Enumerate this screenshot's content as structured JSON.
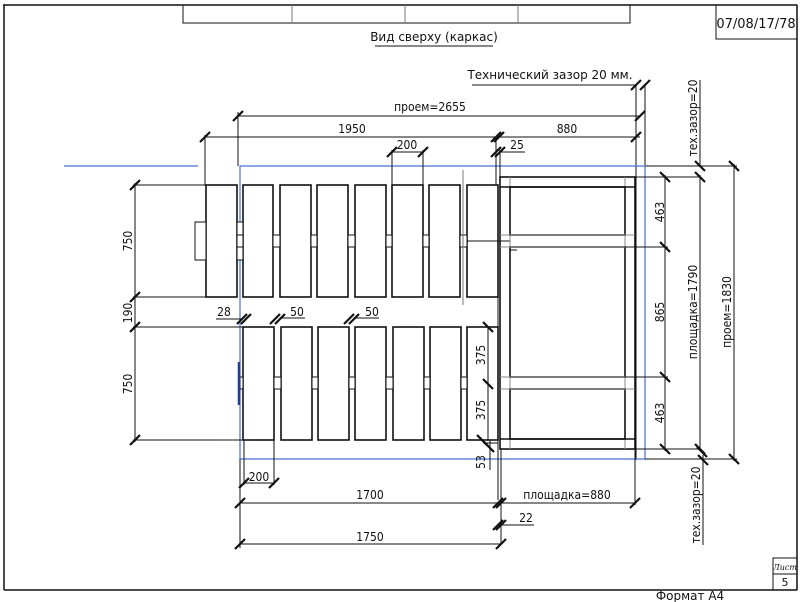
{
  "sheet": {
    "title": "Вид сверху (каркас)",
    "stamp_code": "07/08/17/78",
    "sheet_label": "Лист",
    "sheet_number": "5",
    "format_label": "Формат  А4"
  },
  "notes": {
    "tech_gap": "Технический зазор 20 мм."
  },
  "dimensions": {
    "opening_width": "проем=2655",
    "width_1950": "1950",
    "width_880": "880",
    "slat_200_top": "200",
    "gap_25": "25",
    "left_750_top": "750",
    "left_190": "190",
    "left_750_bottom": "750",
    "gap_28": "28",
    "gap_50_a": "50",
    "gap_50_b": "50",
    "half_375_a": "375",
    "half_375_b": "375",
    "offset_53": "53",
    "slat_200_bottom": "200",
    "width_1700": "1700",
    "platform_880": "площадка=880",
    "gap_22": "22",
    "width_1750": "1750",
    "right_463_top": "463",
    "right_865": "865",
    "right_463_bottom": "463",
    "platform_1790": "площадка=1790",
    "opening_1830": "проем=1830",
    "tech_gap_top": "тех.зазор=20",
    "tech_gap_bottom": "тех.зазор=20"
  },
  "colors": {
    "line": "#111111",
    "thin": "#555555",
    "guide_blue": "#4a6fd8",
    "frame_fill": "#ffffff"
  }
}
